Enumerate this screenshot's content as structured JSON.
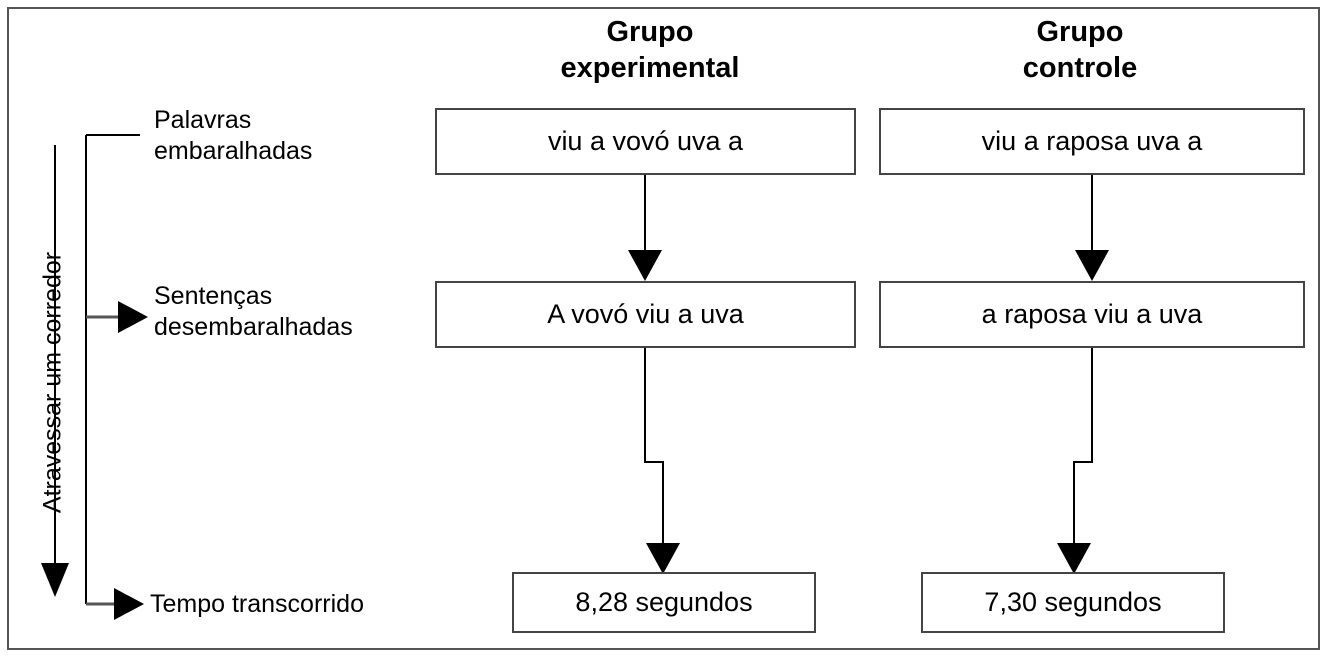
{
  "diagram": {
    "title_axis": "Atravessar um corredor",
    "columns": [
      {
        "id": "experimental",
        "header": "Grupo\nexperimental"
      },
      {
        "id": "controle",
        "header": "Grupo\ncontrole"
      }
    ],
    "stages": [
      {
        "id": "palavras",
        "label": "Palavras\nembaralhadas"
      },
      {
        "id": "sentencas",
        "label": "Sentenças\ndesembaralhadas"
      },
      {
        "id": "tempo",
        "label": "Tempo transcorrido"
      }
    ],
    "cells": {
      "experimental": {
        "palavras": "viu a vovó uva a",
        "sentencas": "A vovó viu a uva",
        "tempo": "8,28 segundos"
      },
      "controle": {
        "palavras": "viu a raposa uva a",
        "sentencas": "a raposa viu a uva",
        "tempo": "7,30 segundos"
      }
    },
    "colors": {
      "frame_border": "#555555",
      "box_border": "#444444",
      "line": "#000000",
      "text": "#000000",
      "background": "#ffffff"
    }
  }
}
